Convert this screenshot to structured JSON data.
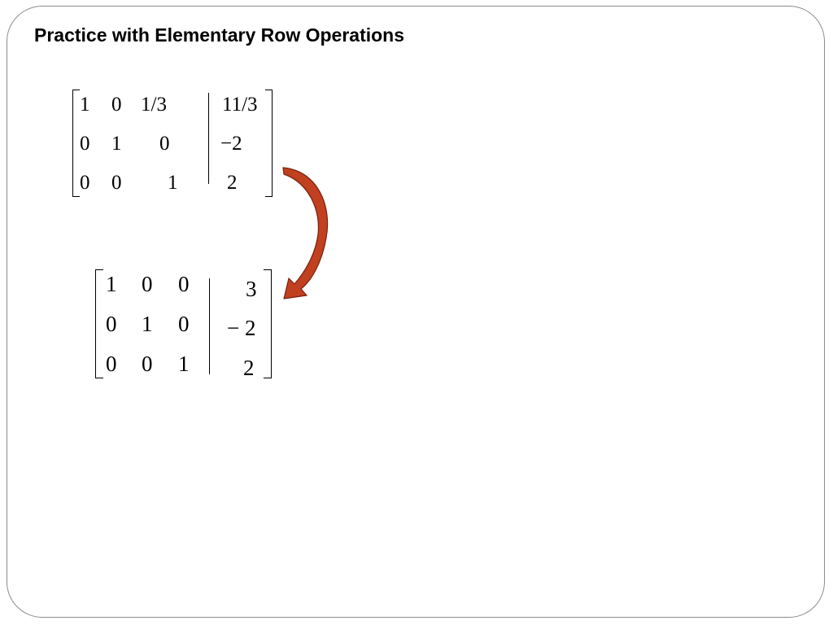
{
  "slide": {
    "title": "Practice with Elementary Row Operations"
  },
  "matrix_before": {
    "rows": [
      {
        "c1": "1",
        "c2": "0",
        "c3": "1/3",
        "aug": "11/3"
      },
      {
        "c1": "0",
        "c2": "1",
        "c3": "0",
        "aug": "−2"
      },
      {
        "c1": "0",
        "c2": "0",
        "c3": "1",
        "aug": "2"
      }
    ]
  },
  "matrix_after": {
    "rows": [
      {
        "c1": "1",
        "c2": "0",
        "c3": "0",
        "aug": "3"
      },
      {
        "c1": "0",
        "c2": "1",
        "c3": "0",
        "aug": "− 2"
      },
      {
        "c1": "0",
        "c2": "0",
        "c3": "1",
        "aug": "2"
      }
    ]
  },
  "colors": {
    "arrow_fill": "#c0401f",
    "arrow_stroke": "#7a1f0e",
    "border": "#8c8c8c"
  },
  "icons": {
    "transform_arrow": "curved-arrow-icon"
  }
}
